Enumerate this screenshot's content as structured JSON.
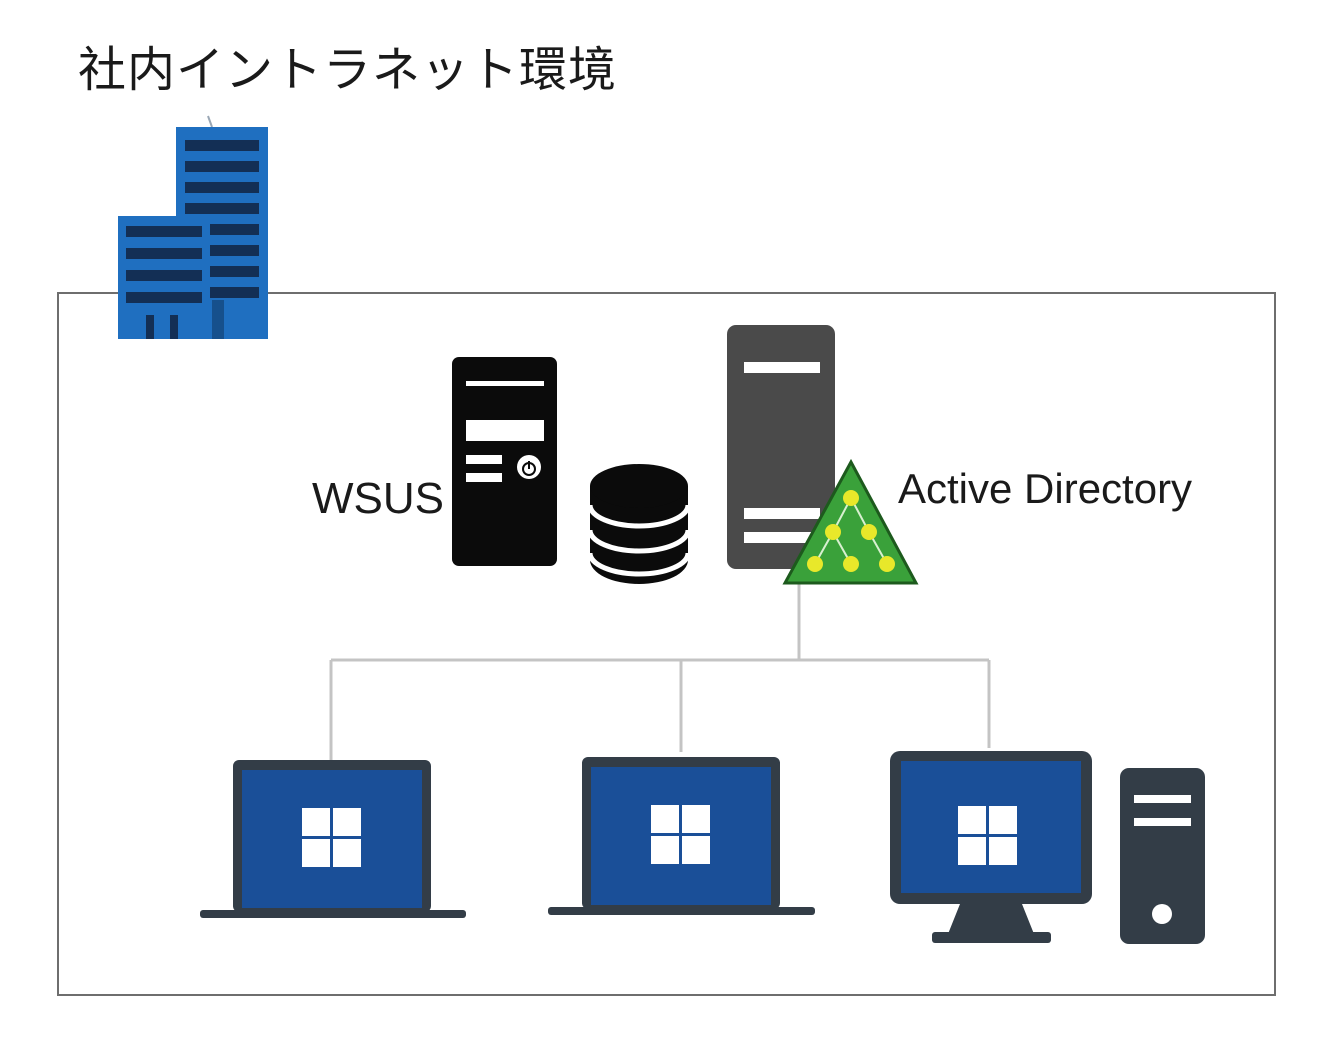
{
  "diagram": {
    "title": "社内イントラネット環境",
    "nodes": {
      "wsus_label": "WSUS",
      "ad_label": "Active Directory"
    },
    "icons": {
      "office": "office-building-icon",
      "wsus_server": "tower-server-icon",
      "database": "database-icon",
      "ad_server": "rack-server-icon",
      "ad_tree": "directory-tree-icon",
      "client_1": "laptop-icon",
      "client_2": "laptop-icon",
      "client_3": "desktop-monitor-icon",
      "client_3_tower": "pc-tower-icon",
      "os_logo": "windows-logo-icon"
    },
    "colors": {
      "building_blue": "#1f6fc0",
      "screen_blue": "#1a4f98",
      "device_dark": "#333d47",
      "server_black": "#0b0b0b",
      "server_gray": "#4a4a4a",
      "ad_green": "#3aa13a",
      "ad_node_yellow": "#e8e82a",
      "connector_gray": "#c4c4c4",
      "frame_gray": "#6e6e6e"
    }
  }
}
